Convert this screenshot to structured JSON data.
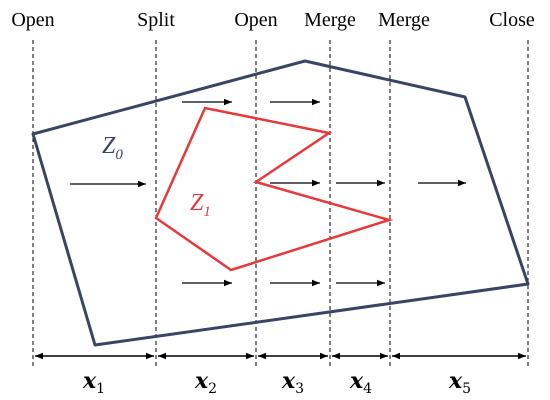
{
  "diagram": {
    "events": [
      "Open",
      "Split",
      "Open",
      "Merge",
      "Merge",
      "Close"
    ],
    "polygons": [
      {
        "name": "Z",
        "subscript": "0",
        "color": "#3a4463"
      },
      {
        "name": "Z",
        "subscript": "1",
        "color": "#e8383b"
      }
    ],
    "segments": [
      {
        "name": "x",
        "subscript": "1"
      },
      {
        "name": "x",
        "subscript": "2"
      },
      {
        "name": "x",
        "subscript": "3"
      },
      {
        "name": "x",
        "subscript": "4"
      },
      {
        "name": "x",
        "subscript": "5"
      }
    ],
    "colors": {
      "outer": "#3a4463",
      "inner": "#e8383b",
      "ink": "#000000"
    }
  }
}
